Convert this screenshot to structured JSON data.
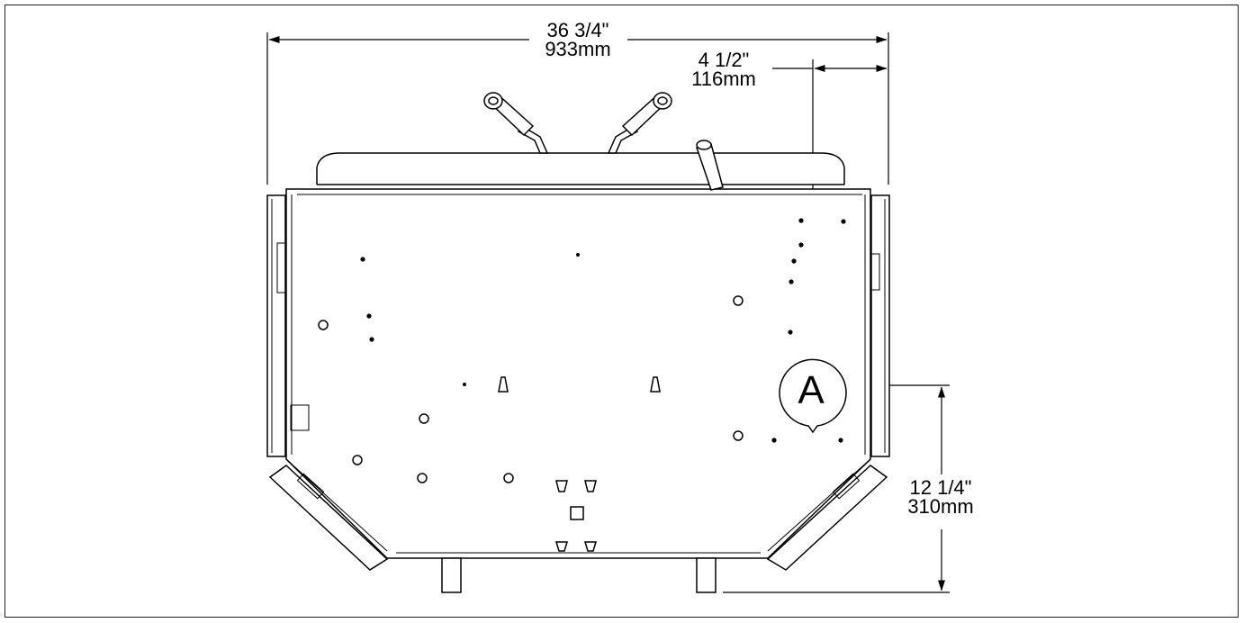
{
  "dimensions": {
    "overall_width": {
      "imperial": "36 3/4\"",
      "metric": "933mm"
    },
    "offset_a": {
      "imperial": "4 1/2\"",
      "metric": "116mm"
    },
    "height_a": {
      "imperial": "12 1/4\"",
      "metric": "310mm"
    }
  },
  "callout": {
    "label": "A"
  },
  "colors": {
    "line": "#000000",
    "background": "#ffffff",
    "border": "#222222"
  }
}
